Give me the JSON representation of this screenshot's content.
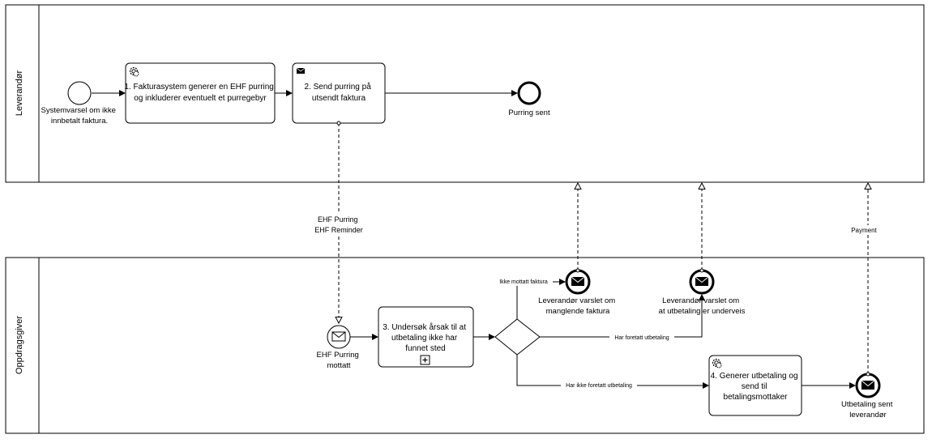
{
  "pools": {
    "supplier": {
      "label": "Leverandør"
    },
    "client": {
      "label": "Oppdragsgiver"
    }
  },
  "events": {
    "start": {
      "lines": [
        "Systemvarsel om ikke",
        "innbetalt faktura."
      ]
    },
    "reminder_sent": {
      "lines": [
        "Purring sent"
      ]
    },
    "reminder_received": {
      "lines": [
        "EHF Purring",
        "mottatt"
      ]
    },
    "notified_missing": {
      "lines": [
        "Leverandør varslet om",
        "manglende faktura"
      ]
    },
    "notified_underway": {
      "lines": [
        "Leverandør varslet om",
        "at utbetaling er underveis"
      ]
    },
    "payment_sent": {
      "lines": [
        "Utbetaling sent",
        "leverandør"
      ]
    }
  },
  "tasks": {
    "t1": {
      "lines": [
        "1. Fakturasystem generer en EHF purring",
        "og inkluderer eventuelt et purregebyr"
      ],
      "icon": "gear-icon"
    },
    "t2": {
      "lines": [
        "2. Send purring på",
        "utsendt faktura"
      ],
      "icon": "envelope-icon"
    },
    "t3": {
      "lines": [
        "3. Undersøk årsak til at",
        "utbetaling ikke har",
        "funnet sted"
      ],
      "icon": "subprocess-plus-icon"
    },
    "t4": {
      "lines": [
        "4. Generer utbetaling og",
        "send til",
        "betalingsmottaker"
      ],
      "icon": "gear-icon"
    }
  },
  "flows": {
    "missing_invoice": "Ikke mottatt faktura",
    "paid": "Har foretatt utbetaling",
    "not_paid": "Har ikke foretatt utbetaling"
  },
  "messages": {
    "ehf": [
      "EHF Purring",
      "EHF Reminder"
    ],
    "payment": "Payment"
  }
}
